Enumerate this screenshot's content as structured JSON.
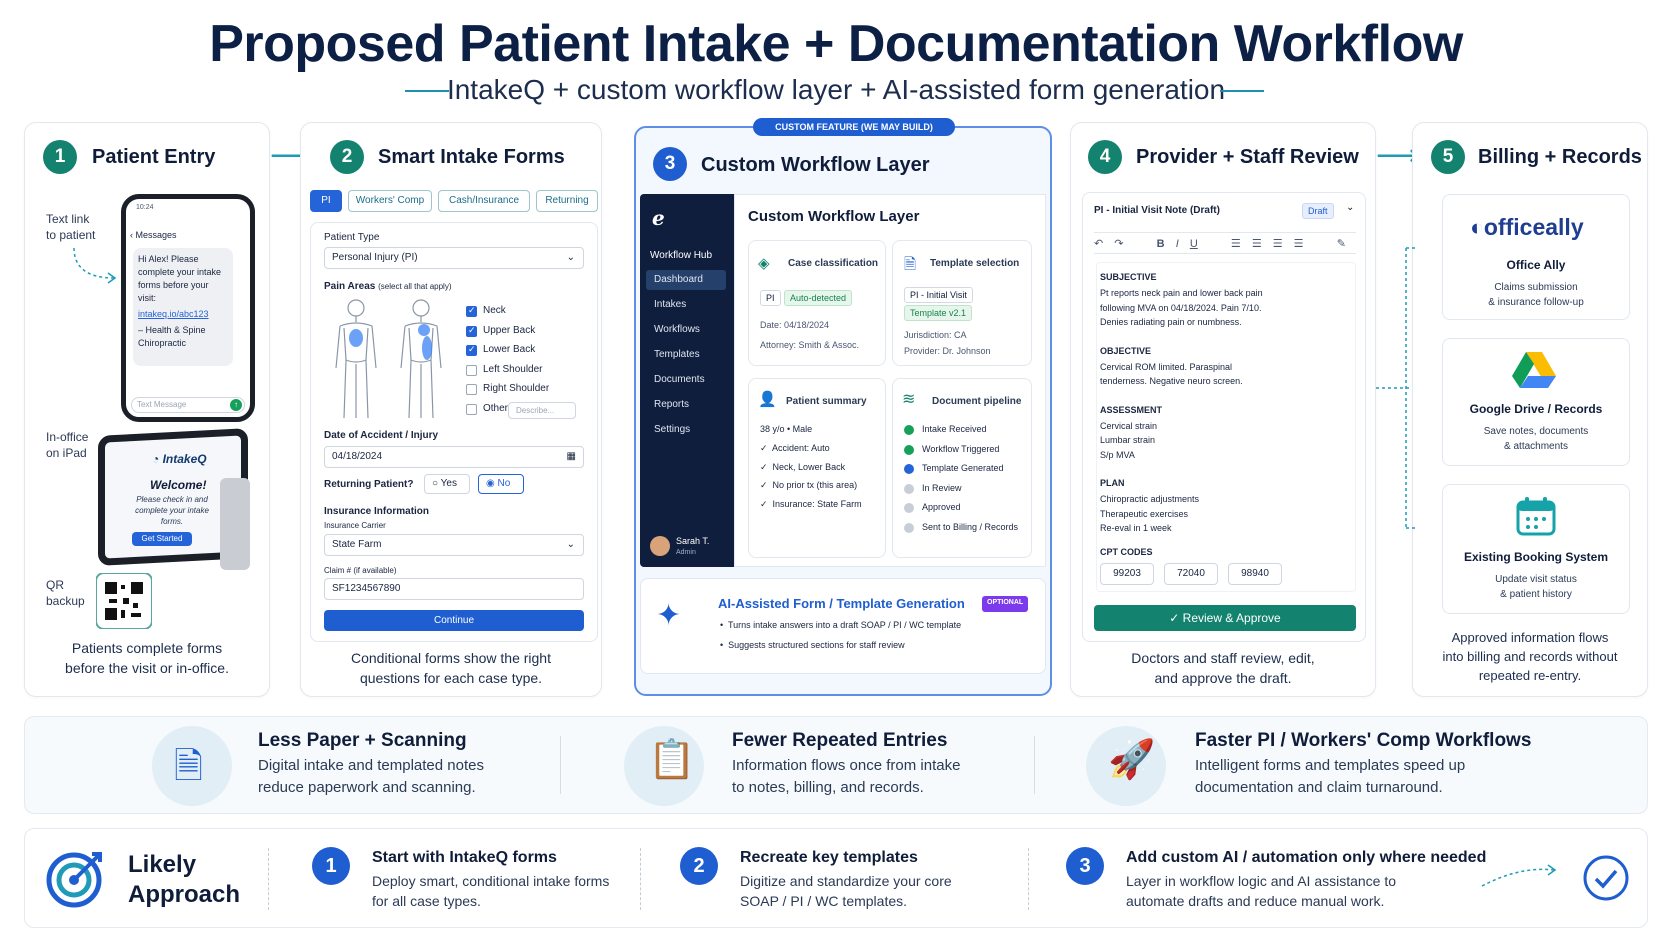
{
  "title": "Proposed Patient Intake + Documentation Workflow",
  "subtitle": "IntakeQ + custom workflow layer + AI-assisted form generation",
  "step1": {
    "num": "1",
    "title": "Patient Entry",
    "text_link": "Text link",
    "to_patient": "to patient",
    "msg_header": "Messages",
    "msg_time": "10:24",
    "msg_body": "Hi Alex! Please complete your intake forms before your visit:",
    "msg_link": "intakeq.io/abc123",
    "msg_sign": "– Health & Spine Chiropractic",
    "msg_placeholder": "Text Message",
    "inoffice": "In-office",
    "on_ipad": "on iPad",
    "ipad_brand": "IntakeQ",
    "ipad_welcome": "Welcome!",
    "ipad_text": "Please check in and complete your intake forms.",
    "ipad_btn": "Get Started",
    "qr": "QR",
    "qr2": "backup",
    "caption1": "Patients complete forms",
    "caption2": "before the visit or in-office."
  },
  "step2": {
    "num": "2",
    "title": "Smart Intake Forms",
    "tabs": [
      "PI",
      "Workers' Comp",
      "Cash/Insurance",
      "Returning"
    ],
    "patient_type_label": "Patient Type",
    "patient_type_value": "Personal Injury (PI)",
    "pain_label": "Pain Areas",
    "pain_hint": "(select all that apply)",
    "pain_areas": [
      {
        "label": "Neck",
        "checked": true
      },
      {
        "label": "Upper Back",
        "checked": true
      },
      {
        "label": "Lower Back",
        "checked": true
      },
      {
        "label": "Left Shoulder",
        "checked": false
      },
      {
        "label": "Right Shoulder",
        "checked": false
      },
      {
        "label": "Other",
        "checked": false
      }
    ],
    "describe": "Describe...",
    "doa_label": "Date of Accident / Injury",
    "doa_value": "04/18/2024",
    "returning_label": "Returning Patient?",
    "yes": "Yes",
    "no": "No",
    "ins_label": "Insurance Information",
    "carrier_label": "Insurance Carrier",
    "carrier_value": "State Farm",
    "claim_label": "Claim #",
    "claim_hint": "(if available)",
    "claim_value": "SF1234567890",
    "continue": "Continue",
    "caption1": "Conditional forms show the right",
    "caption2": "questions for each case type."
  },
  "step3": {
    "badge": "CUSTOM FEATURE (WE MAY BUILD)",
    "num": "3",
    "title": "Custom Workflow Layer",
    "hub": "Workflow Hub",
    "nav": [
      "Dashboard",
      "Intakes",
      "Workflows",
      "Templates",
      "Documents",
      "Reports",
      "Settings"
    ],
    "user": "Sarah T.",
    "user_role": "Admin",
    "inner_title": "Custom Workflow Layer",
    "case_title": "Case classification",
    "case_pi": "PI",
    "case_auto": "Auto-detected",
    "case_date": "Date: 04/18/2024",
    "case_atty": "Attorney: Smith & Assoc.",
    "tmpl_title": "Template selection",
    "tmpl_pi": "PI - Initial Visit",
    "tmpl_ver": "Template v2.1",
    "tmpl_jur": "Jurisdiction: CA",
    "tmpl_prov": "Provider: Dr. Johnson",
    "sum_title": "Patient summary",
    "sum_age": "38 y/o  •  Male",
    "sum_items": [
      "Accident: Auto",
      "Neck, Lower Back",
      "No prior tx (this area)",
      "Insurance: State Farm"
    ],
    "pipe_title": "Document pipeline",
    "pipe_items": [
      "Intake Received",
      "Workflow Triggered",
      "Template Generated",
      "In Review",
      "Approved",
      "Sent to Billing / Records"
    ],
    "ai_title": "AI-Assisted Form / Template Generation",
    "ai_badge": "OPTIONAL",
    "ai_items": [
      "Turns intake answers into a draft SOAP / PI / WC template",
      "Suggests structured sections for staff review"
    ]
  },
  "step4": {
    "num": "4",
    "title": "Provider + Staff Review",
    "doc_title": "PI - Initial Visit Note (Draft)",
    "draft": "Draft",
    "sections": [
      {
        "h": "SUBJECTIVE",
        "t": [
          "Pt reports neck pain and lower back pain",
          "following MVA on 04/18/2024. Pain 7/10.",
          "Denies radiating pain or numbness."
        ]
      },
      {
        "h": "OBJECTIVE",
        "t": [
          "Cervical ROM limited. Paraspinal",
          "tenderness. Negative neuro screen."
        ]
      },
      {
        "h": "ASSESSMENT",
        "t": [
          "Cervical strain",
          "Lumbar strain",
          "S/p MVA"
        ]
      },
      {
        "h": "PLAN",
        "t": [
          "Chiropractic adjustments",
          "Therapeutic exercises",
          "Re-eval in 1 week"
        ]
      }
    ],
    "cpt_label": "CPT CODES",
    "cpt": [
      "99203",
      "72040",
      "98940"
    ],
    "approve": "Review & Approve",
    "caption1": "Doctors and staff review, edit,",
    "caption2": "and approve the draft."
  },
  "step5": {
    "num": "5",
    "title": "Billing + Records",
    "o_brand": "officeally",
    "o_name": "Office Ally",
    "o_d1": "Claims submission",
    "o_d2": "& insurance follow-up",
    "g_name": "Google Drive / Records",
    "g_d1": "Save notes, documents",
    "g_d2": "& attachments",
    "b_name": "Existing Booking System",
    "b_d1": "Update visit status",
    "b_d2": "& patient history",
    "caption1": "Approved information flows",
    "caption2": "into billing and records without",
    "caption3": "repeated re-entry."
  },
  "benefits": [
    {
      "title": "Less Paper + Scanning",
      "d1": "Digital intake and templated notes",
      "d2": "reduce paperwork and scanning."
    },
    {
      "title": "Fewer Repeated Entries",
      "d1": "Information flows once from intake",
      "d2": "to notes, billing, and records."
    },
    {
      "title": "Faster PI / Workers' Comp Workflows",
      "d1": "Intelligent forms and templates speed up",
      "d2": "documentation and claim turnaround."
    }
  ],
  "approach": {
    "l1": "Likely",
    "l2": "Approach",
    "steps": [
      {
        "n": "1",
        "title": "Start with IntakeQ forms",
        "d1": "Deploy smart, conditional intake forms",
        "d2": "for all case types."
      },
      {
        "n": "2",
        "title": "Recreate key templates",
        "d1": "Digitize and standardize your core",
        "d2": "SOAP / PI / WC templates."
      },
      {
        "n": "3",
        "title": "Add custom AI / automation only where needed",
        "d1": "Layer in workflow logic and AI assistance to",
        "d2": "automate drafts and reduce manual work."
      }
    ]
  },
  "colors": {
    "teal": "#13826e",
    "blue": "#2563d9",
    "navy": "#0c1f45"
  }
}
